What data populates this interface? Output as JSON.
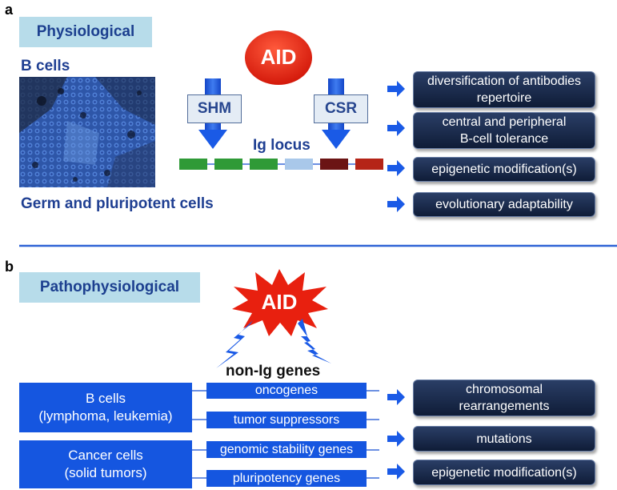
{
  "panel_a": {
    "letter": "a",
    "section_title": "Physiological",
    "b_cells_label": "B cells",
    "germ_label": "Germ and pluripotent cells",
    "aid_label": "AID",
    "shm_label": "SHM",
    "csr_label": "CSR",
    "ig_locus_label": "Ig locus",
    "outcomes": [
      {
        "line1": "diversification of antibodies",
        "line2": "repertoire"
      },
      {
        "line1": "central and peripheral",
        "line2": "B-cell tolerance"
      },
      {
        "line1": "epigenetic modification(s)",
        "line2": ""
      },
      {
        "line1": "evolutionary adaptability",
        "line2": ""
      }
    ],
    "segment_colors": [
      "#2f9a37",
      "#2f9a37",
      "#2f9a37",
      "#a9c8ea",
      "#6b1414",
      "#b52417"
    ]
  },
  "panel_b": {
    "letter": "b",
    "section_title": "Pathophysiological",
    "aid_label": "AID",
    "non_ig_label": "non-Ig genes",
    "cell_types": [
      {
        "line1": "B cells",
        "line2": "(lymphoma, leukemia)"
      },
      {
        "line1": "Cancer cells",
        "line2": "(solid tumors)"
      }
    ],
    "genes": [
      "oncogenes",
      "tumor suppressors",
      "genomic stability genes",
      "pluripotency genes"
    ],
    "outcomes": [
      {
        "line1": "chromosomal",
        "line2": "rearrangements"
      },
      {
        "line1": "mutations",
        "line2": ""
      },
      {
        "line1": "epigenetic modification(s)",
        "line2": ""
      }
    ]
  },
  "colors": {
    "aid_red": "#e0190e",
    "arrow_blue": "#1a5ae6",
    "divider_blue": "#2f63d6",
    "navy": "#1f3f92"
  }
}
